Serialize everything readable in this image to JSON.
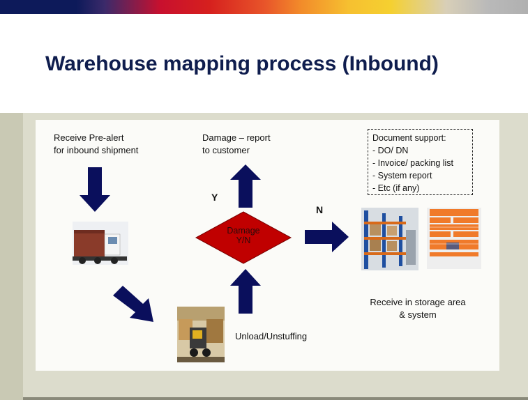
{
  "title": "Warehouse mapping process (Inbound)",
  "steps": {
    "receive_prealert": [
      "Receive Pre-alert",
      "for inbound shipment"
    ],
    "damage_report": [
      "Damage – report",
      "to customer"
    ],
    "unload": "Unload/Unstuffing",
    "receive_storage": [
      "Receive in storage area",
      "& system"
    ]
  },
  "decision": {
    "text": [
      "Damage",
      "Y/N"
    ],
    "yes": "Y",
    "no": "N",
    "color": "#c00000"
  },
  "document_support": {
    "heading": "Document support:",
    "items": [
      "- DO/ DN",
      "- Invoice/ packing list",
      "- System report",
      "- Etc (if any)"
    ]
  },
  "arrow_color": "#0a0f5c",
  "images": [
    "truck-photo",
    "forklift-photo",
    "warehouse-racks-photo",
    "warehouse-map-photo"
  ]
}
